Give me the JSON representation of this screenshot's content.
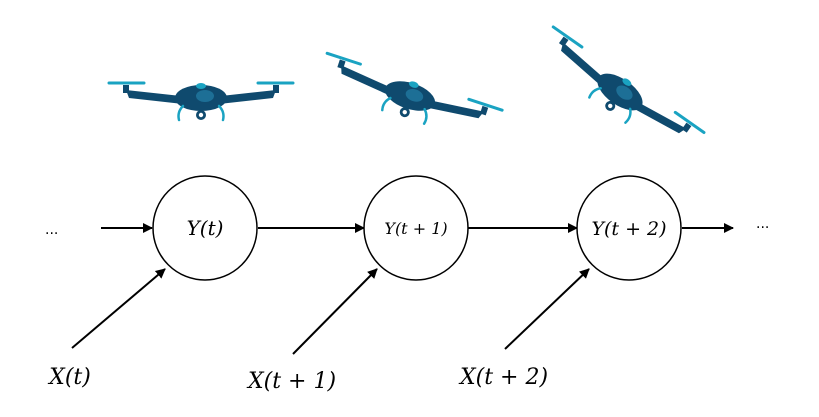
{
  "diagram": {
    "leading_ellipsis": "...",
    "trailing_ellipsis": "...",
    "nodes": [
      {
        "label": "Y(t)"
      },
      {
        "label": "Y(t + 1)"
      },
      {
        "label": "Y(t + 2)"
      }
    ],
    "inputs": [
      {
        "label": "X(t)"
      },
      {
        "label": "X(t + 1)"
      },
      {
        "label": "X(t + 2)"
      }
    ],
    "drones": [
      {
        "icon": "drone-icon",
        "tilt_deg": 0
      },
      {
        "icon": "drone-icon",
        "tilt_deg": 18
      },
      {
        "icon": "drone-icon",
        "tilt_deg": 35
      }
    ],
    "colors": {
      "drone_body": "#0f4a6e",
      "drone_accent": "#1aa3c2",
      "line": "#000000"
    }
  }
}
